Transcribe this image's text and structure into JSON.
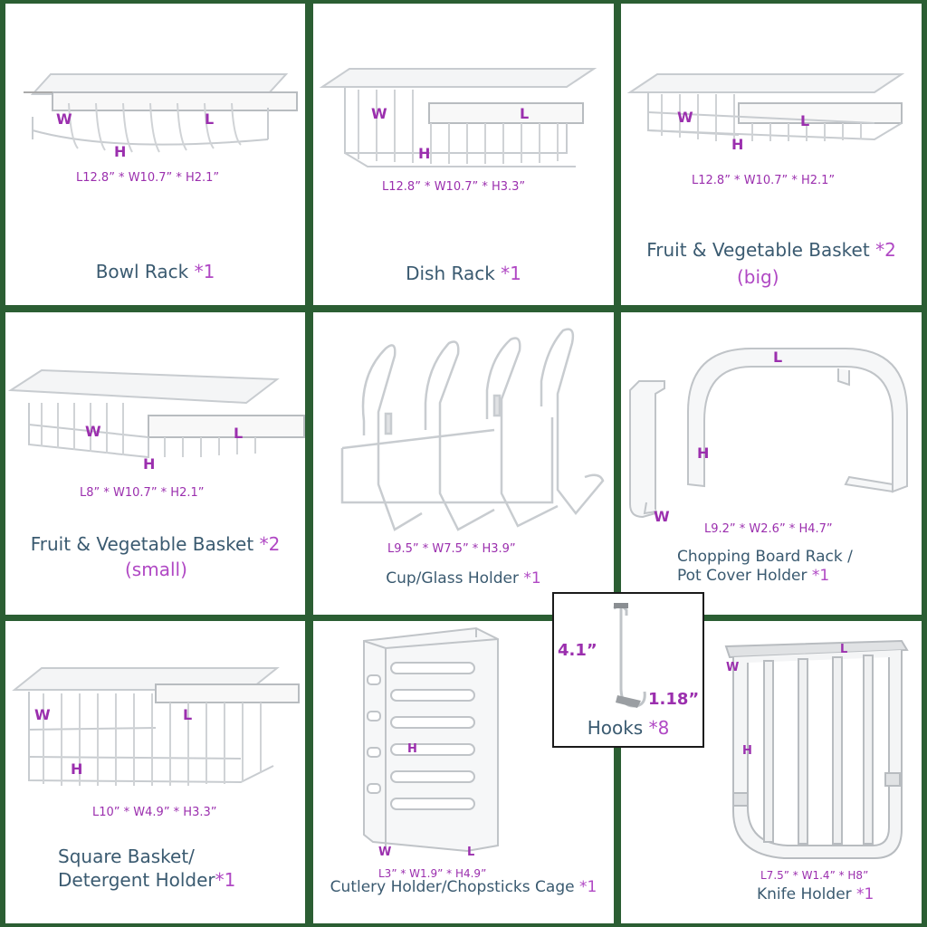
{
  "colors": {
    "background": "#2b5e33",
    "panel": "#ffffff",
    "accent": "#9b2fae",
    "title": "#3a5a70"
  },
  "items": [
    {
      "id": "bowl-rack",
      "title": "Bowl Rack",
      "qty": "*1",
      "dims": "L12.8”  * W10.7”  * H2.1”",
      "labels": {
        "w": "W",
        "l": "L",
        "h": "H"
      }
    },
    {
      "id": "dish-rack",
      "title": "Dish Rack",
      "qty": "*1",
      "dims": "L12.8”  * W10.7”  * H3.3”",
      "labels": {
        "w": "W",
        "l": "L",
        "h": "H"
      }
    },
    {
      "id": "fruit-big",
      "title": "Fruit & Vegetable Basket",
      "qty": "*2",
      "sub": "(big)",
      "dims": "L12.8”  * W10.7”  * H2.1”",
      "labels": {
        "w": "W",
        "l": "L",
        "h": "H"
      }
    },
    {
      "id": "fruit-small",
      "title": "Fruit & Vegetable Basket",
      "qty": "*2",
      "sub": "(small)",
      "dims": "L8”  * W10.7”  * H2.1”",
      "labels": {
        "w": "W",
        "l": "L",
        "h": "H"
      }
    },
    {
      "id": "cup-holder",
      "title": "Cup/Glass Holder",
      "qty": "*1",
      "dims": "L9.5”  * W7.5”  * H3.9”"
    },
    {
      "id": "board-rack",
      "title_line1": "Chopping Board Rack /",
      "title_line2": "Pot Cover Holder",
      "qty": "*1",
      "dims": "L9.2”  * W2.6”  * H4.7”",
      "labels": {
        "w": "W",
        "l": "L",
        "h": "H"
      }
    },
    {
      "id": "square-basket",
      "title_line1": "Square Basket/",
      "title_line2": "Detergent Holder",
      "qty": "*1",
      "dims": "L10”  * W4.9”  * H3.3”",
      "labels": {
        "w": "W",
        "l": "L",
        "h": "H"
      }
    },
    {
      "id": "cutlery-cage",
      "title": "Cutlery Holder/Chopsticks Cage",
      "qty": "*1",
      "dims": "L3”  * W1.9”  * H4.9”",
      "labels": {
        "w": "W",
        "l": "L",
        "h": "H"
      }
    },
    {
      "id": "hooks",
      "title": "Hooks",
      "qty": "*8",
      "dim_height": "4.1”",
      "dim_width": "1.18”"
    },
    {
      "id": "knife-holder",
      "title": "Knife Holder",
      "qty": "*1",
      "dims": "L7.5”  * W1.4”  * H8”",
      "labels": {
        "w": "W",
        "l": "L",
        "h": "H"
      }
    }
  ]
}
